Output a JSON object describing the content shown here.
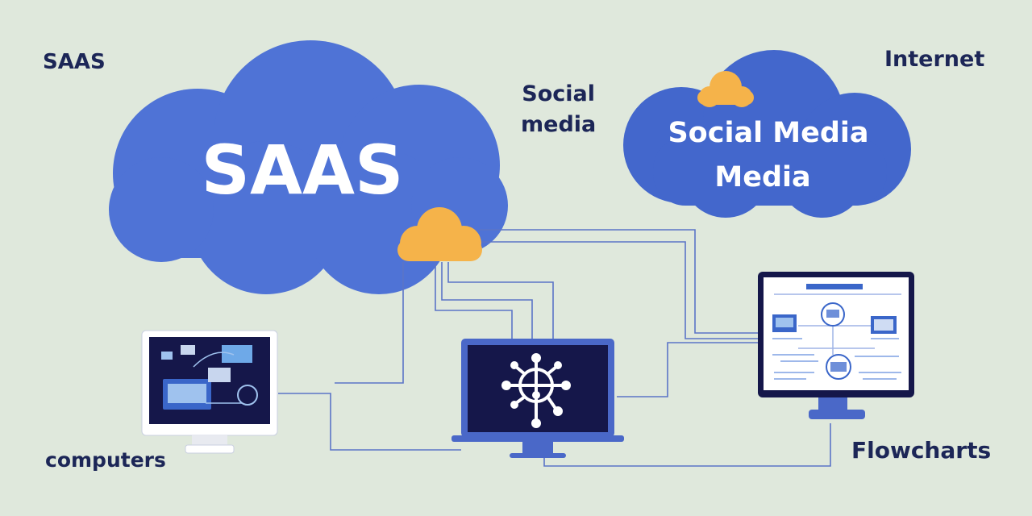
{
  "labels": {
    "saas_corner": "SAAS",
    "social_line1": "Social",
    "social_line2": "media",
    "internet": "Internet",
    "computers": "computers",
    "flowcharts": "Flowcharts"
  },
  "clouds": {
    "saas_cloud_text": "SAAS",
    "social_cloud_line1": "Social Media",
    "social_cloud_line2": "Media"
  },
  "colors": {
    "background": "#dfe8dc",
    "cloud_blue": "#4f73d6",
    "cloud_blue_right": "#4367cc",
    "small_cloud_orange": "#f5b34a",
    "connector": "#5b74c7",
    "screen_dark": "#15174a",
    "label_text": "#1c2657"
  },
  "icons": {
    "left_monitor": "monitor-icon",
    "center_laptop": "laptop-network-icon",
    "right_monitor": "flowchart-monitor-icon",
    "small_clouds": "cloud-icon"
  }
}
